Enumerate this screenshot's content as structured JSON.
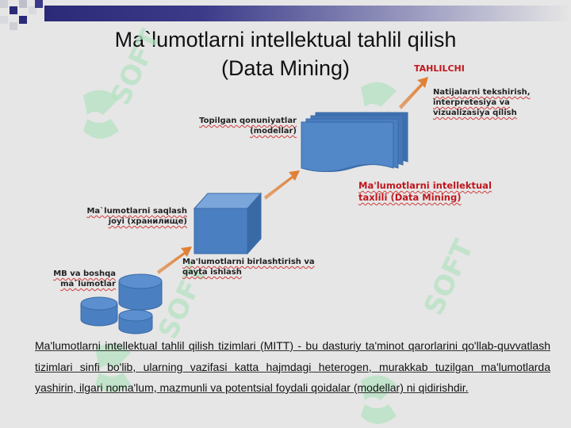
{
  "title": {
    "line1": "Ma`lumotlarni intellektual tahlil qilish",
    "line2": "(Data Mining)"
  },
  "diagram": {
    "sources_label_1": "MB va boshqa",
    "sources_label_2": "ma`lumotlar",
    "integration_label_1": "Ma'lumotlarni birlashtirish va",
    "integration_label_2": "qayta ishlash",
    "storage_label_1": "Ma`lumotlarni saqlash",
    "storage_label_2": "joyi (хранилище)",
    "patterns_label_1": "Topilgan qonuniyatlar",
    "patterns_label_2": "(modellar)",
    "datamining_label_1": "Ma'lumotlarni intellektual",
    "datamining_label_2": "taxlili (Data Mining)",
    "analyst_label": "TAHLILCHI",
    "analyst_task_1": "Natijalarni tekshirish,",
    "analyst_task_2": "interpretesiya va",
    "analyst_task_3": "vizualizasiya qilish"
  },
  "watermark": "SOFT",
  "body_text": "Ma'lumotlarni intellektual tahlil qilish tizimlari (MITT) - bu dasturiy ta'minot qarorlarini qo'llab-quvvatlash tizimlari sinfi bo'lib, ularning vazifasi katta hajmdagi heterogen, murakkab tuzilgan ma'lumotlarda yashirin, ilgari noma'lum, mazmunli va potentsial foydali qoidalar (modellar) ni qidirishdir.",
  "colors": {
    "accent_red": "#c0171d",
    "box_blue": "#4a7fc1",
    "arrow_orange": "#e07a2a",
    "watermark_green": "#b5e2c2"
  }
}
